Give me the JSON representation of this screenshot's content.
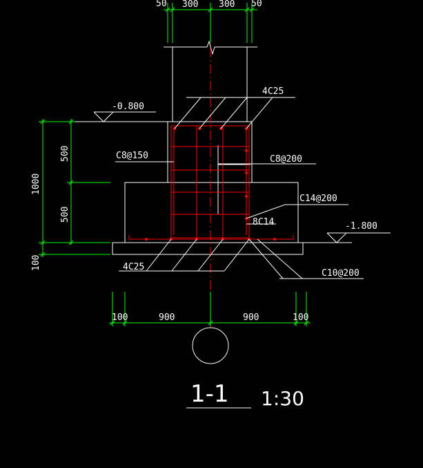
{
  "colors": {
    "background": "#000000",
    "line": "#ffffff",
    "dimension": "#00ff00",
    "rebar": "#ff0000",
    "text": "#ffffff"
  },
  "top_dims": [
    "50",
    "300",
    "300",
    "50"
  ],
  "left_dims": {
    "total": "1000",
    "upper": "500",
    "lower": "500",
    "pad": "100"
  },
  "bottom_dims": [
    "100",
    "900",
    "900",
    "100"
  ],
  "elevations": {
    "top": "-0.800",
    "bottom": "-1.800"
  },
  "rebar_labels": {
    "top_right": "4C25",
    "stirrup_left": "C8@150",
    "stirrup_right": "C8@200",
    "side": "C14@200",
    "middle": "8C14",
    "bottom_left": "4C25",
    "bottom_right": "C10@200"
  },
  "section": {
    "label": "1-1",
    "scale": "1:30"
  }
}
